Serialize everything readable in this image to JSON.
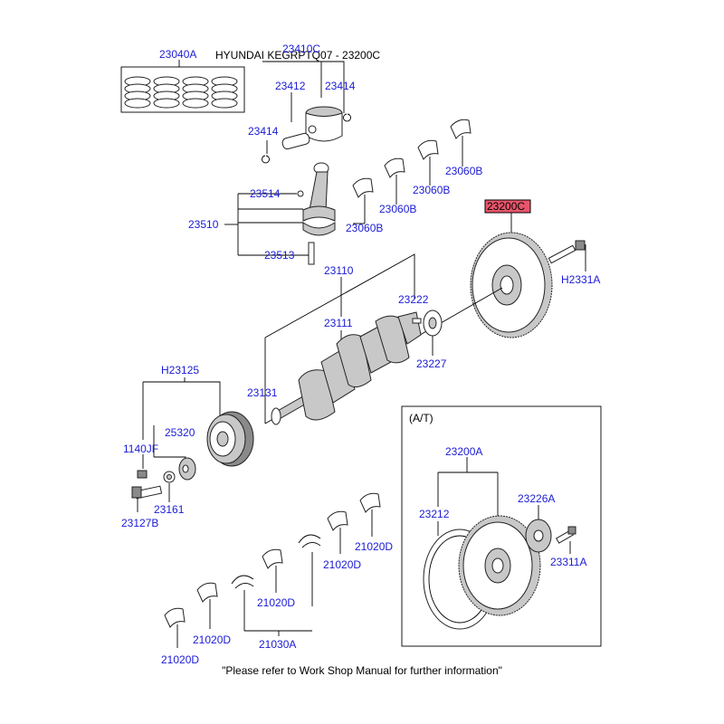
{
  "title": "HYUNDAI KEGRPTQ07 - 23200C",
  "highlight_part": "23200C",
  "footer_note": "\"Please refer to Work Shop Manual for further information\"",
  "at_box_label": "(A/T)",
  "colors": {
    "part_number": "#1a1ad6",
    "highlight": "#e8556a"
  },
  "labels": {
    "p23040A": "23040A",
    "p23410C": "23410C",
    "p23412": "23412",
    "p23414a": "23414",
    "p23414b": "23414",
    "p23514": "23514",
    "p23510": "23510",
    "p23513": "23513",
    "p23060B_1": "23060B",
    "p23060B_2": "23060B",
    "p23060B_3": "23060B",
    "p23060B_4": "23060B",
    "p23200C": "23200C",
    "pH2331A": "H2331A",
    "p23110": "23110",
    "p23111": "23111",
    "p23222": "23222",
    "p23227": "23227",
    "p23131": "23131",
    "pH23125": "H23125",
    "p25320": "25320",
    "p1140JF": "1140JF",
    "p23161": "23161",
    "p23127B": "23127B",
    "p23200A": "23200A",
    "p23212": "23212",
    "p23226A": "23226A",
    "p23311A": "23311A",
    "p21020D_1": "21020D",
    "p21020D_2": "21020D",
    "p21020D_3": "21020D",
    "p21020D_4": "21020D",
    "p21020D_5": "21020D",
    "p21030A": "21030A"
  }
}
